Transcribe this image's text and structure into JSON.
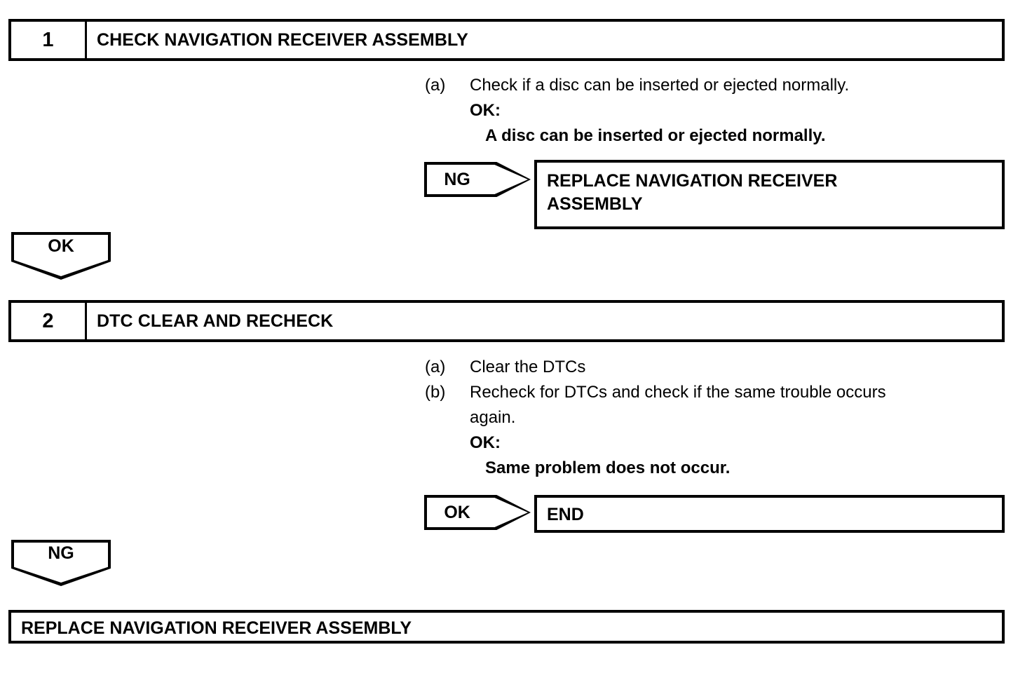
{
  "document": {
    "type": "diagnostic-flowchart"
  },
  "steps": [
    {
      "number": "1",
      "title": "CHECK NAVIGATION RECEIVER ASSEMBLY",
      "instructions": [
        {
          "tag": "(a)",
          "text": "Check if a disc can be inserted or ejected normally.",
          "style": "normal"
        },
        {
          "tag": "",
          "text": "OK:",
          "style": "bold"
        },
        {
          "tag": "",
          "text": "A disc can be inserted or ejected normally.",
          "style": "indent-bold"
        }
      ],
      "branch": {
        "label": "NG",
        "target": "REPLACE NAVIGATION RECEIVER\nASSEMBLY"
      },
      "continue": {
        "label": "OK"
      }
    },
    {
      "number": "2",
      "title": "DTC CLEAR AND RECHECK",
      "instructions": [
        {
          "tag": "(a)",
          "text": "Clear the DTCs",
          "style": "normal"
        },
        {
          "tag": "(b)",
          "text": "Recheck for DTCs and check if the same trouble occurs",
          "style": "normal"
        },
        {
          "tag": "",
          "text": "again.",
          "style": "normal"
        },
        {
          "tag": "",
          "text": "OK:",
          "style": "bold"
        },
        {
          "tag": "",
          "text": "Same problem does not occur.",
          "style": "indent-bold"
        }
      ],
      "branch": {
        "label": "OK",
        "target": "END"
      },
      "continue": {
        "label": "NG"
      }
    }
  ],
  "final": {
    "text": "REPLACE NAVIGATION RECEIVER ASSEMBLY"
  },
  "colors": {
    "line": "#000000",
    "background": "#ffffff"
  }
}
